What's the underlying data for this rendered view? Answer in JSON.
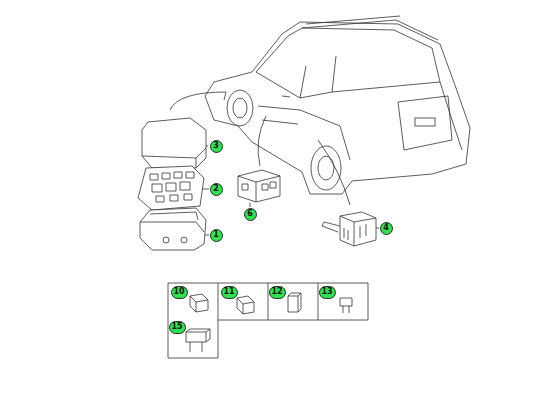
{
  "diagram": {
    "nodes": [
      {
        "text": [
          "3"
        ]
      },
      {
        "text": [
          "2"
        ]
      },
      {
        "text": [
          "6"
        ]
      },
      {
        "text": [
          "4"
        ]
      },
      {
        "text": [
          "1"
        ]
      },
      {
        "text": [
          "10"
        ]
      },
      {
        "text": [
          "11"
        ]
      },
      {
        "text": [
          "12"
        ]
      },
      {
        "text": [
          "13"
        ]
      },
      {
        "text": [
          "15"
        ]
      }
    ],
    "edges": []
  }
}
